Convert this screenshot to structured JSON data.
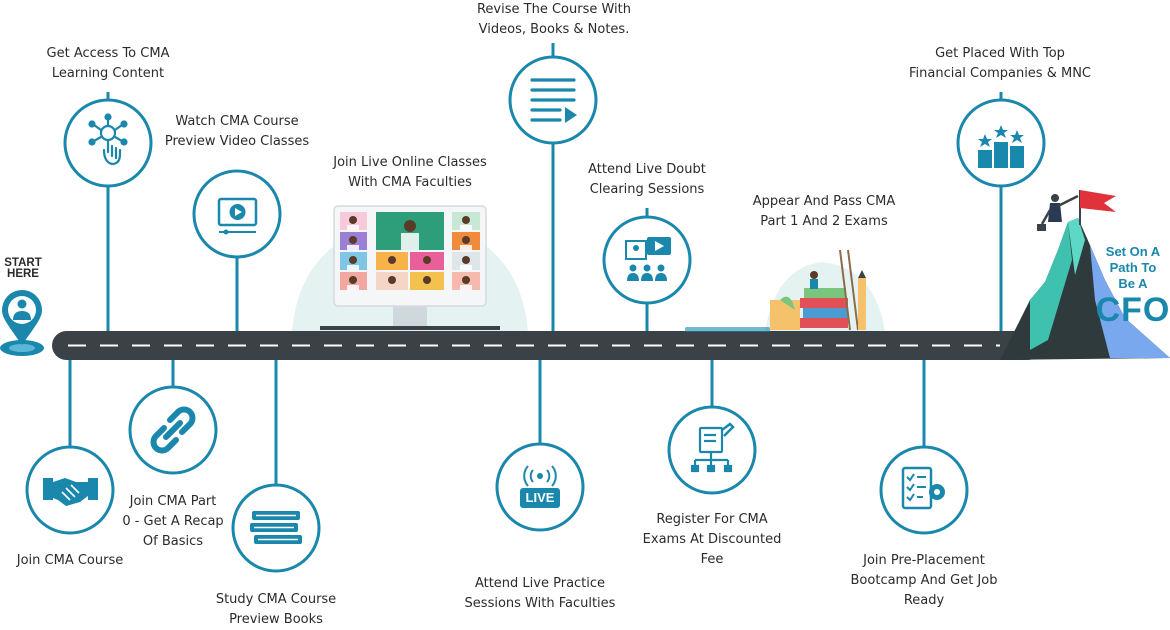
{
  "colors": {
    "road": "#3b4247",
    "teal": "#1a87ad",
    "accent": "#1a87ad",
    "flag": "#e0323a"
  },
  "start": {
    "line1": "START",
    "line2": "HERE",
    "icon": "location-pin-person-icon"
  },
  "goal": {
    "line1": "Set On A",
    "line2": "Path To",
    "line3": "Be A",
    "big": "CFO",
    "icon": "mountain-summit-flag-icon"
  },
  "top_steps": [
    {
      "label": "Get Access To CMA\nLearning Content",
      "icon": "touch-network-icon"
    },
    {
      "label": "Watch CMA Course\nPreview Video Classes",
      "icon": "video-play-icon"
    },
    {
      "label": "Join Live Online Classes\nWith CMA Faculties",
      "icon": "video-conference-screen-icon"
    },
    {
      "label": "Revise The Course With\nVideos, Books & Notes.",
      "icon": "notes-list-icon"
    },
    {
      "label": "Attend Live Doubt\nClearing Sessions",
      "icon": "presentation-classroom-icon"
    },
    {
      "label": "Appear And Pass CMA\nPart 1 And 2 Exams",
      "icon": "books-study-illustration-icon"
    },
    {
      "label": "Get Placed With Top\nFinancial Companies & MNC",
      "icon": "podium-stars-icon"
    }
  ],
  "bottom_steps": [
    {
      "label": "Join CMA Course",
      "icon": "handshake-icon"
    },
    {
      "label": "Join CMA Part\n0 - Get A Recap\nOf Basics",
      "icon": "chain-link-icon"
    },
    {
      "label": "Study CMA Course\nPreview Books",
      "icon": "book-stack-icon"
    },
    {
      "label": "Attend Live Practice\nSessions With Faculties",
      "icon": "live-broadcast-icon",
      "badge": "LIVE"
    },
    {
      "label": "Register For CMA\nExams At Discounted\nFee",
      "icon": "register-form-icon"
    },
    {
      "label": "Join Pre-Placement\nBootcamp And Get Job\nReady",
      "icon": "checklist-gear-icon"
    }
  ]
}
